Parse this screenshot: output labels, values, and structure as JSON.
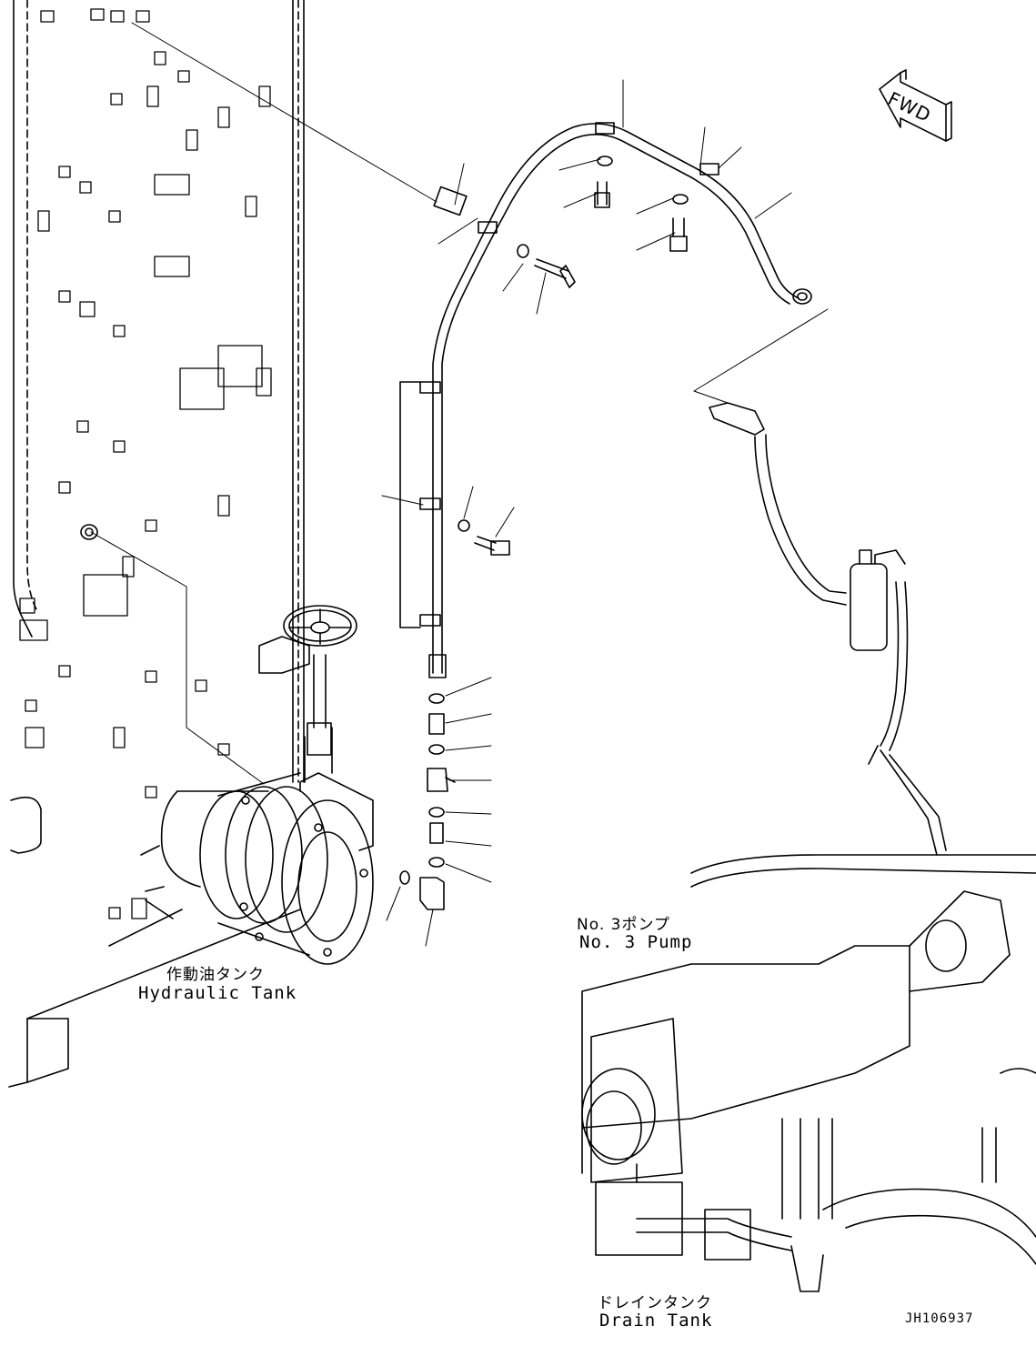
{
  "orientation": {
    "arrow_label": "FWD",
    "icon": "forward-arrow-icon"
  },
  "labels": {
    "no3_pump_jp": "No. 3ポンプ",
    "no3_pump_en": "No. 3 Pump",
    "hydraulic_tank_jp": "作動油タンク",
    "hydraulic_tank_en": "Hydraulic Tank",
    "drain_tank_jp": "ドレインタンク",
    "drain_tank_en": "Drain Tank"
  },
  "drawing_number": "JH106937",
  "colors": {
    "line": "#000000",
    "background": "#ffffff"
  }
}
